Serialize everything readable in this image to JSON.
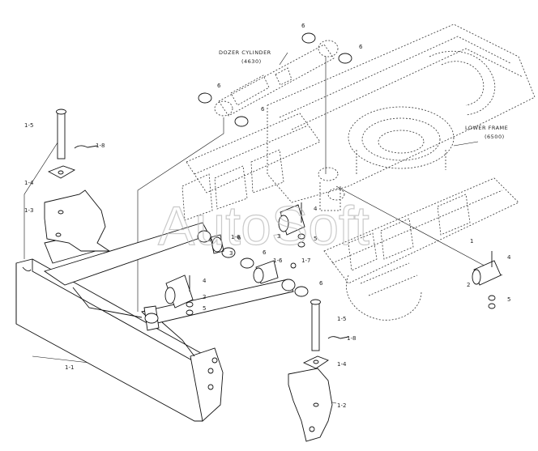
{
  "watermark": "AutoSoft",
  "labels": {
    "dozer_cylinder": "DOZER CYLINDER",
    "dozer_cylinder_code": "(4630)",
    "lower_frame": "LOWER FRAME",
    "lower_frame_code": "(6500)",
    "p1_1": "1-1",
    "p1_2": "1-2",
    "p1_3": "1-3",
    "p1_4a": "1-4",
    "p1_4b": "1-4",
    "p1_5a": "1-5",
    "p1_5b": "1-5",
    "p1_6a": "1-6",
    "p1_6b": "1-6",
    "p1_7": "1-7",
    "p1_8a": "1-8",
    "p1_8b": "1-8",
    "p2a": "2",
    "p2b": "2",
    "p3a": "3",
    "p3b": "3",
    "p4a": "4",
    "p4b": "4",
    "p4c": "4",
    "p5a": "5",
    "p5b": "5",
    "p5c": "5",
    "p6a": "6",
    "p6b": "6",
    "p6c": "6",
    "p6d": "6",
    "p6e": "6",
    "p6f": "6",
    "p6g": "6",
    "p6h": "6",
    "p1small": "1"
  }
}
